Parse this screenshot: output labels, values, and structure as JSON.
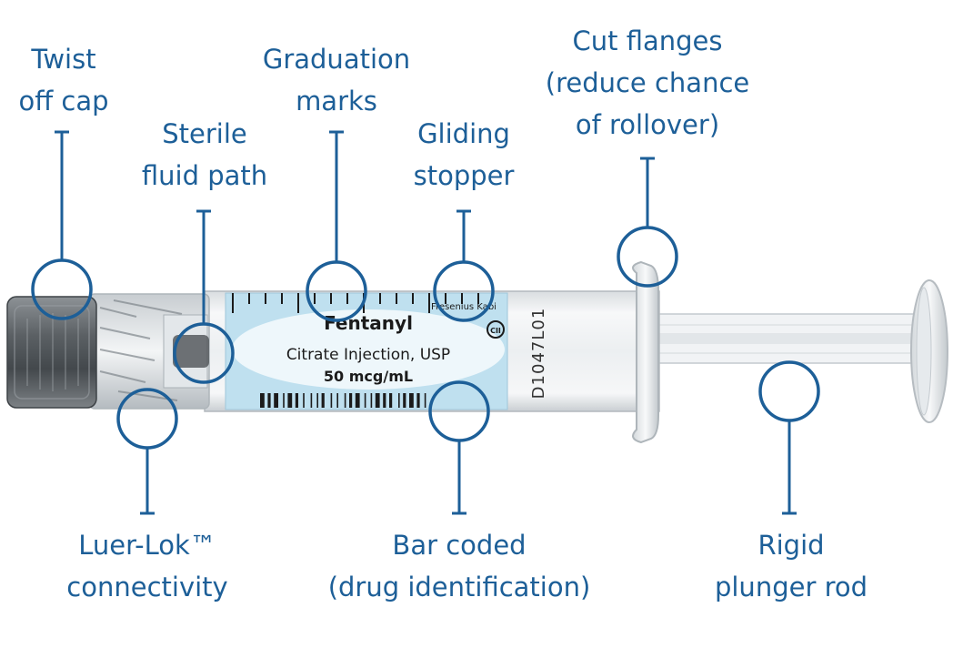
{
  "colors": {
    "callout": "#1d5f98",
    "label_band": "#bfe0ef",
    "label_oval": "#eef7fb",
    "barrel": "#eef1f3",
    "cap": "#6e7377",
    "ink": "#1b1b1b"
  },
  "callouts": {
    "twist_cap": {
      "lines": [
        "Twist",
        "off cap"
      ]
    },
    "sterile_path": {
      "lines": [
        "Sterile",
        "fluid path"
      ]
    },
    "graduation": {
      "lines": [
        "Graduation",
        "marks"
      ]
    },
    "gliding_stopper": {
      "lines": [
        "Gliding",
        "stopper"
      ]
    },
    "cut_flanges": {
      "lines": [
        "Cut flanges",
        "(reduce chance",
        "of rollover)"
      ]
    },
    "luer_lok": {
      "lines": [
        "Luer-Lok™",
        "connectivity"
      ]
    },
    "bar_coded": {
      "lines": [
        "Bar coded",
        "(drug identification)"
      ]
    },
    "plunger": {
      "lines": [
        "Rigid",
        "plunger rod"
      ]
    }
  },
  "product_label": {
    "name": "Fentanyl",
    "subtitle": "Citrate Injection, USP",
    "strength": "50 mcg/mL",
    "maker": "Fresenius Kabi",
    "lot_code": "D1047L01",
    "schedule_mark": "CII"
  }
}
